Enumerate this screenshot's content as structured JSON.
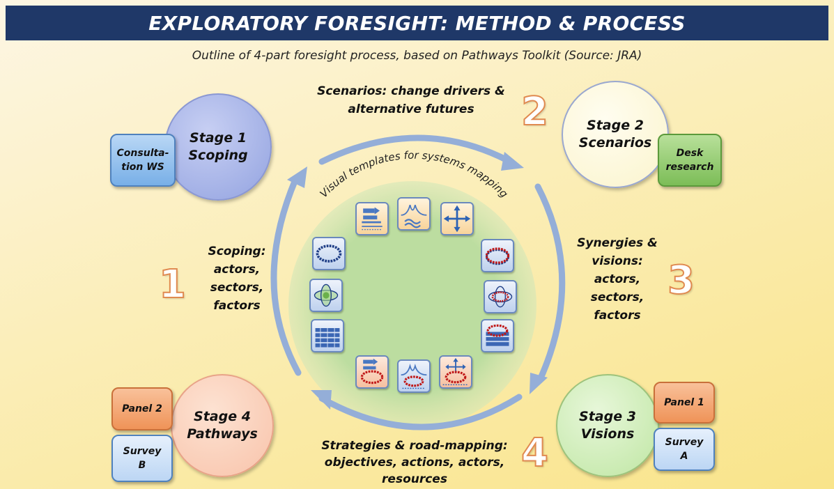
{
  "header": {
    "title": "EXPLORATORY FORESIGHT:  METHOD & PROCESS"
  },
  "subtitle": "Outline of 4-part foresight process, based on Pathways Toolkit  (Source: JRA)",
  "center_label": "Visual templates for systems mapping",
  "stages": [
    {
      "line1": "Stage 1",
      "line2": "Scoping"
    },
    {
      "line1": "Stage 2",
      "line2": "Scenarios"
    },
    {
      "line1": "Stage 3",
      "line2": "Visions"
    },
    {
      "line1": "Stage 4",
      "line2": "Pathways"
    }
  ],
  "boxes": {
    "consultation": {
      "line1": "Consulta-",
      "line2": "tion WS"
    },
    "desk": {
      "line1": "Desk",
      "line2": "research"
    },
    "panel1": "Panel 1",
    "survey_a": {
      "line1": "Survey",
      "line2": "A"
    },
    "panel2": "Panel 2",
    "survey_b": {
      "line1": "Survey",
      "line2": "B"
    }
  },
  "descriptions": {
    "scenarios": {
      "line1": "Scenarios: change drivers &",
      "line2": "alternative futures"
    },
    "synergies": [
      "Synergies &",
      "visions:",
      "actors,",
      "sectors,",
      "factors"
    ],
    "scoping": [
      "Scoping:",
      "actors,",
      "sectors,",
      "factors"
    ],
    "strategies": {
      "line1": "Strategies & road-mapping:",
      "line2": "objectives, actions, actors,",
      "line3": "resources"
    }
  },
  "numbers": [
    "1",
    "2",
    "3",
    "4"
  ],
  "colors": {
    "banner": "#1f3868",
    "arrow": "#94aed8",
    "center": "#bcdda0",
    "number": "#e08a50"
  },
  "templates": [
    {
      "icon": "flow-chart-icon"
    },
    {
      "icon": "curves-icon"
    },
    {
      "icon": "four-arrows-icon"
    },
    {
      "icon": "ring-red-icon"
    },
    {
      "icon": "petals-red-icon"
    },
    {
      "icon": "stack-red-icon"
    },
    {
      "icon": "four-arrows-red-icon"
    },
    {
      "icon": "curves-red-icon"
    },
    {
      "icon": "flow-chart-red-icon"
    },
    {
      "icon": "stack-blue-icon"
    },
    {
      "icon": "petals-green-icon"
    },
    {
      "icon": "ring-blue-icon"
    }
  ]
}
